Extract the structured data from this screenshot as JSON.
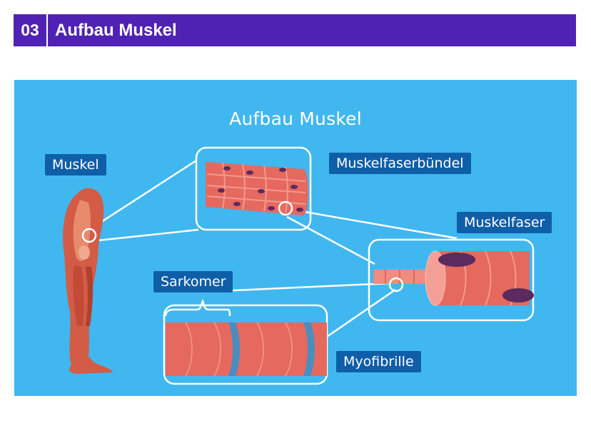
{
  "header": {
    "number": "03",
    "title": "Aufbau Muskel"
  },
  "diagram": {
    "title": "Aufbau Muskel",
    "labels": {
      "muskel": "Muskel",
      "muskelfaserbuendel": "Muskelfaserbündel",
      "muskelfaser": "Muskelfaser",
      "sarkomer": "Sarkomer",
      "myofibrille": "Myofibrille"
    }
  },
  "colors": {
    "header_bg": "#5022b4",
    "panel_bg": "#41b7f0",
    "label_bg": "#0f5ea8",
    "muscle": "#e5695f",
    "nucleus": "#5b2a5e",
    "band": "#4a8dc0"
  }
}
